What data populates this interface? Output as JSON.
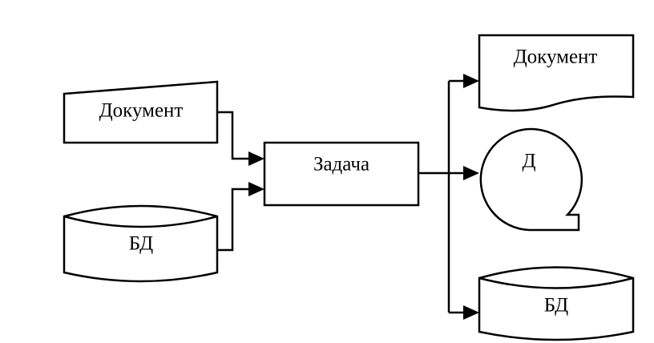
{
  "nodes": {
    "input_document": {
      "label": "Документ"
    },
    "input_db": {
      "label": "БД"
    },
    "task": {
      "label": "Задача"
    },
    "output_document": {
      "label": "Документ"
    },
    "output_display": {
      "label": "Д"
    },
    "output_db": {
      "label": "БД"
    }
  },
  "colors": {
    "stroke": "#000000",
    "fill": "#ffffff"
  }
}
